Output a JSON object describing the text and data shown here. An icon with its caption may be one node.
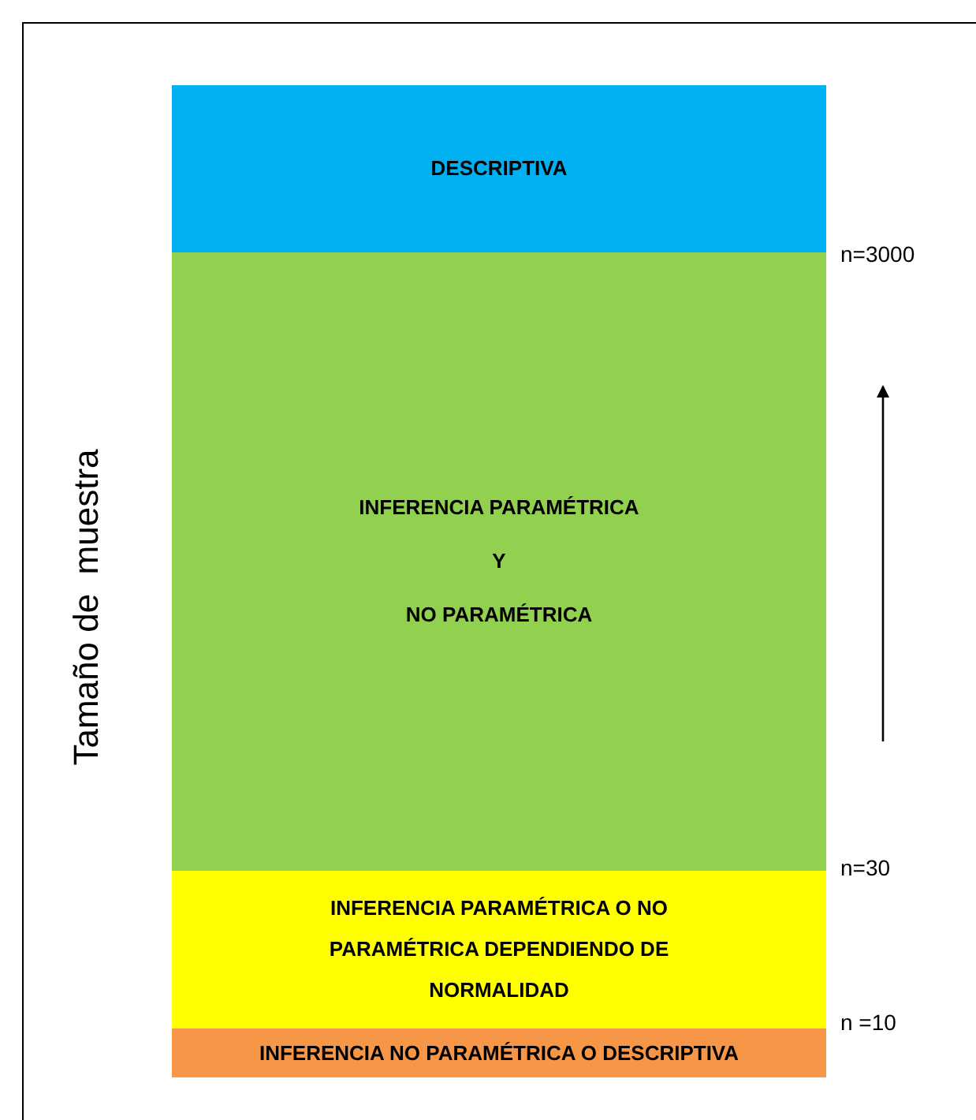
{
  "diagram": {
    "nodes": [
      {
        "text": [
          "DESCRIPTIVA"
        ]
      },
      {
        "text": [
          "INFERENCIA PARAMÉTRICA",
          "Y",
          "NO PARAMÉTRICA"
        ]
      },
      {
        "text": [
          "INFERENCIA PARAMÉTRICA O NO PARAMÉTRICA DEPENDIENDO DE NORMALIDAD"
        ]
      },
      {
        "text": [
          "INFERENCIA NO PARAMÉTRICA O DESCRIPTIVA"
        ]
      }
    ],
    "edges": [],
    "labels": [
      "n=3000",
      "Tamaño de  muestra",
      "n=30",
      "n =10"
    ]
  }
}
